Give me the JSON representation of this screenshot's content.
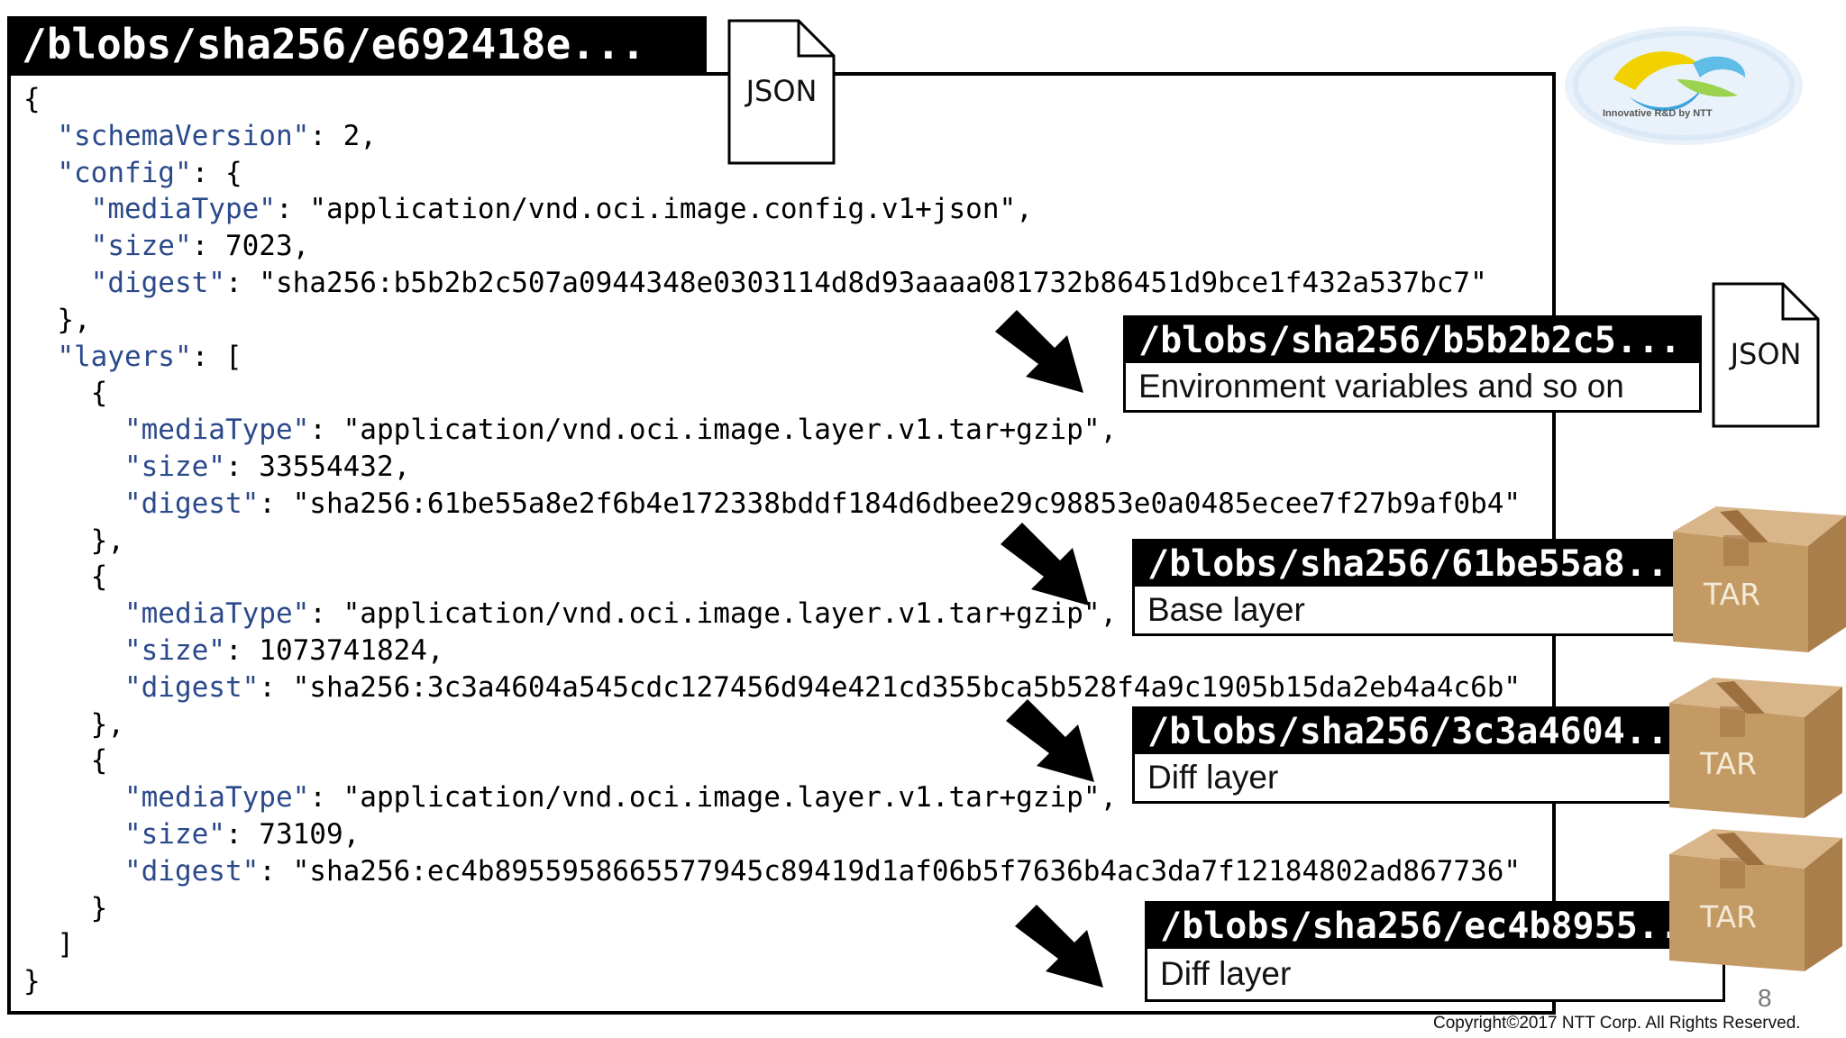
{
  "main": {
    "title": "/blobs/sha256/e692418e...",
    "file_icon_label": "JSON",
    "code_lines": [
      [
        {
          "t": "{",
          "k": false
        }
      ],
      [
        {
          "t": "  ",
          "k": false
        },
        {
          "t": "\"schemaVersion\"",
          "k": true
        },
        {
          "t": ": 2,",
          "k": false
        }
      ],
      [
        {
          "t": "  ",
          "k": false
        },
        {
          "t": "\"config\"",
          "k": true
        },
        {
          "t": ": {",
          "k": false
        }
      ],
      [
        {
          "t": "    ",
          "k": false
        },
        {
          "t": "\"mediaType\"",
          "k": true
        },
        {
          "t": ": \"application/vnd.oci.image.config.v1+json\",",
          "k": false
        }
      ],
      [
        {
          "t": "    ",
          "k": false
        },
        {
          "t": "\"size\"",
          "k": true
        },
        {
          "t": ": 7023,",
          "k": false
        }
      ],
      [
        {
          "t": "    ",
          "k": false
        },
        {
          "t": "\"digest\"",
          "k": true
        },
        {
          "t": ": \"sha256:b5b2b2c507a0944348e0303114d8d93aaaa081732b86451d9bce1f432a537bc7\"",
          "k": false
        }
      ],
      [
        {
          "t": "  },",
          "k": false
        }
      ],
      [
        {
          "t": "  ",
          "k": false
        },
        {
          "t": "\"layers\"",
          "k": true
        },
        {
          "t": ": [",
          "k": false
        }
      ],
      [
        {
          "t": "    {",
          "k": false
        }
      ],
      [
        {
          "t": "      ",
          "k": false
        },
        {
          "t": "\"mediaType\"",
          "k": true
        },
        {
          "t": ": \"application/vnd.oci.image.layer.v1.tar+gzip\",",
          "k": false
        }
      ],
      [
        {
          "t": "      ",
          "k": false
        },
        {
          "t": "\"size\"",
          "k": true
        },
        {
          "t": ": 33554432,",
          "k": false
        }
      ],
      [
        {
          "t": "      ",
          "k": false
        },
        {
          "t": "\"digest\"",
          "k": true
        },
        {
          "t": ": \"sha256:61be55a8e2f6b4e172338bddf184d6dbee29c98853e0a0485ecee7f27b9af0b4\"",
          "k": false
        }
      ],
      [
        {
          "t": "    },",
          "k": false
        }
      ],
      [
        {
          "t": "    {",
          "k": false
        }
      ],
      [
        {
          "t": "      ",
          "k": false
        },
        {
          "t": "\"mediaType\"",
          "k": true
        },
        {
          "t": ": \"application/vnd.oci.image.layer.v1.tar+gzip\",",
          "k": false
        }
      ],
      [
        {
          "t": "      ",
          "k": false
        },
        {
          "t": "\"size\"",
          "k": true
        },
        {
          "t": ": 1073741824,",
          "k": false
        }
      ],
      [
        {
          "t": "      ",
          "k": false
        },
        {
          "t": "\"digest\"",
          "k": true
        },
        {
          "t": ": \"sha256:3c3a4604a545cdc127456d94e421cd355bca5b528f4a9c1905b15da2eb4a4c6b\"",
          "k": false
        }
      ],
      [
        {
          "t": "    },",
          "k": false
        }
      ],
      [
        {
          "t": "    {",
          "k": false
        }
      ],
      [
        {
          "t": "      ",
          "k": false
        },
        {
          "t": "\"mediaType\"",
          "k": true
        },
        {
          "t": ": \"application/vnd.oci.image.layer.v1.tar+gzip\",",
          "k": false
        }
      ],
      [
        {
          "t": "      ",
          "k": false
        },
        {
          "t": "\"size\"",
          "k": true
        },
        {
          "t": ": 73109,",
          "k": false
        }
      ],
      [
        {
          "t": "      ",
          "k": false
        },
        {
          "t": "\"digest\"",
          "k": true
        },
        {
          "t": ": \"sha256:ec4b8955958665577945c89419d1af06b5f7636b4ac3da7f12184802ad867736\"",
          "k": false
        }
      ],
      [
        {
          "t": "    }",
          "k": false
        }
      ],
      [
        {
          "t": "  ]",
          "k": false
        }
      ],
      [
        {
          "t": "}",
          "k": false
        }
      ]
    ]
  },
  "blobs": [
    {
      "title": "/blobs/sha256/b5b2b2c5...",
      "desc": "Environment variables and so on",
      "type_label": "JSON"
    },
    {
      "title": "/blobs/sha256/61be55a8...",
      "desc": "Base layer",
      "type_label": "TAR"
    },
    {
      "title": "/blobs/sha256/3c3a4604...",
      "desc": "Diff layer",
      "type_label": "TAR"
    },
    {
      "title": "/blobs/sha256/ec4b8955...",
      "desc": "Diff layer",
      "type_label": "TAR"
    }
  ],
  "footer": {
    "page_number": "8",
    "copyright": "Copyright©2017  NTT Corp. All Rights Reserved."
  },
  "logo": {
    "text": "Innovative R&D by NTT",
    "icon": "ntt-logo-icon"
  },
  "colors": {
    "key": "#2b4a8b",
    "box_brown": "#c49a64"
  }
}
